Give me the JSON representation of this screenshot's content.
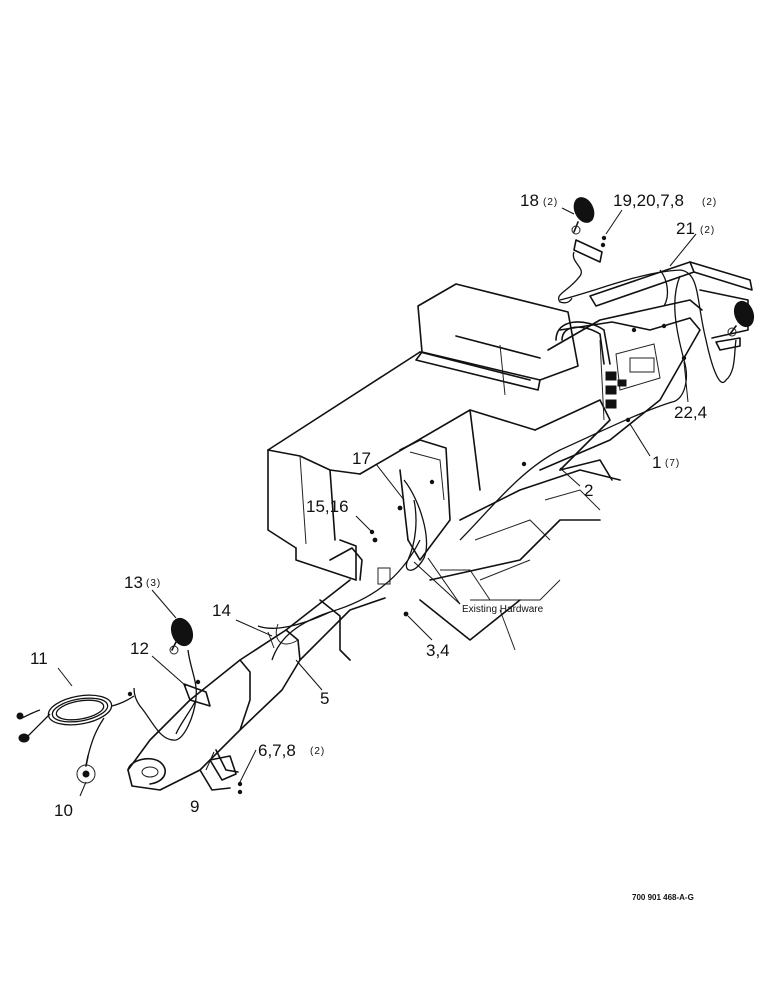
{
  "callouts": [
    {
      "id": "c18",
      "label": "18",
      "qty": "(2)"
    },
    {
      "id": "c19",
      "label": "19,20,7,8",
      "qty": "(2)"
    },
    {
      "id": "c21",
      "label": "21",
      "qty": "(2)"
    },
    {
      "id": "c22",
      "label": "22,4",
      "qty": ""
    },
    {
      "id": "c1",
      "label": "1",
      "qty": "(7)"
    },
    {
      "id": "c2",
      "label": "2",
      "qty": ""
    },
    {
      "id": "c17",
      "label": "17",
      "qty": ""
    },
    {
      "id": "c15",
      "label": "15,16",
      "qty": ""
    },
    {
      "id": "c13",
      "label": "13",
      "qty": "(3)"
    },
    {
      "id": "c14",
      "label": "14",
      "qty": ""
    },
    {
      "id": "c12",
      "label": "12",
      "qty": ""
    },
    {
      "id": "c11",
      "label": "11",
      "qty": ""
    },
    {
      "id": "c34",
      "label": "3,4",
      "qty": ""
    },
    {
      "id": "c5",
      "label": "5",
      "qty": ""
    },
    {
      "id": "c678",
      "label": "6,7,8",
      "qty": "(2)"
    },
    {
      "id": "c9",
      "label": "9",
      "qty": ""
    },
    {
      "id": "c10",
      "label": "10",
      "qty": ""
    }
  ],
  "note": "Existing Hardware",
  "drawing_code": "700 901 468-A-G"
}
